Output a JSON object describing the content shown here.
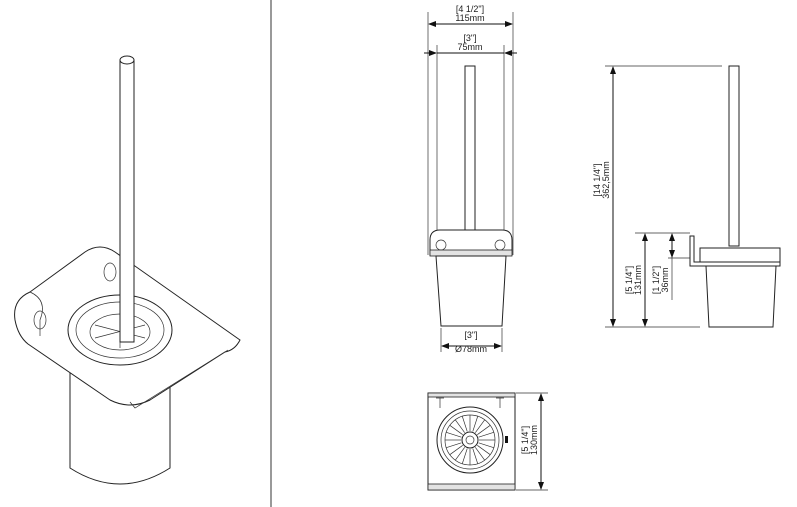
{
  "drawing": {
    "front_view": {
      "overall_width": {
        "imperial": "[4 1/2\"]",
        "metric": "115mm"
      },
      "inner_width": {
        "imperial": "[3\"]",
        "metric": "75mm"
      },
      "cup_diameter": {
        "imperial": "[3\"]",
        "metric": "Ø78mm"
      }
    },
    "side_view": {
      "overall_height": {
        "imperial": "[14 1/4\"]",
        "metric": "362,5mm"
      },
      "holder_height": {
        "imperial": "[5 1/4\"]",
        "metric": "131mm"
      },
      "bracket_height": {
        "imperial": "[1 1/2\"]",
        "metric": "36mm"
      }
    },
    "top_view": {
      "depth": {
        "imperial": "[5 1/4\"]",
        "metric": "130mm"
      }
    }
  }
}
